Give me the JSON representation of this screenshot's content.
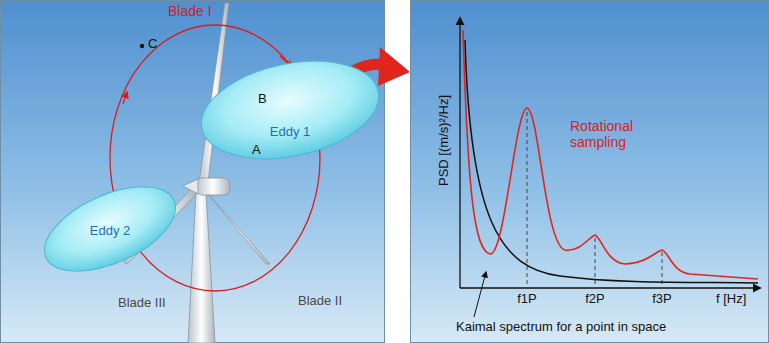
{
  "diagram": {
    "nodes": [
      {
        "text": [
          "Eddy 1"
        ]
      },
      {
        "text": [
          "Eddy 2"
        ]
      }
    ],
    "labels": [
      "Blade I",
      "B",
      "A",
      "C",
      "Blade III",
      "Blade II",
      "PSD [(m/s)²/Hz]",
      "Rotational sampling",
      "f1P",
      "f2P",
      "f3P",
      "f [Hz]",
      "Kaimal spectrum for a point in space"
    ]
  }
}
